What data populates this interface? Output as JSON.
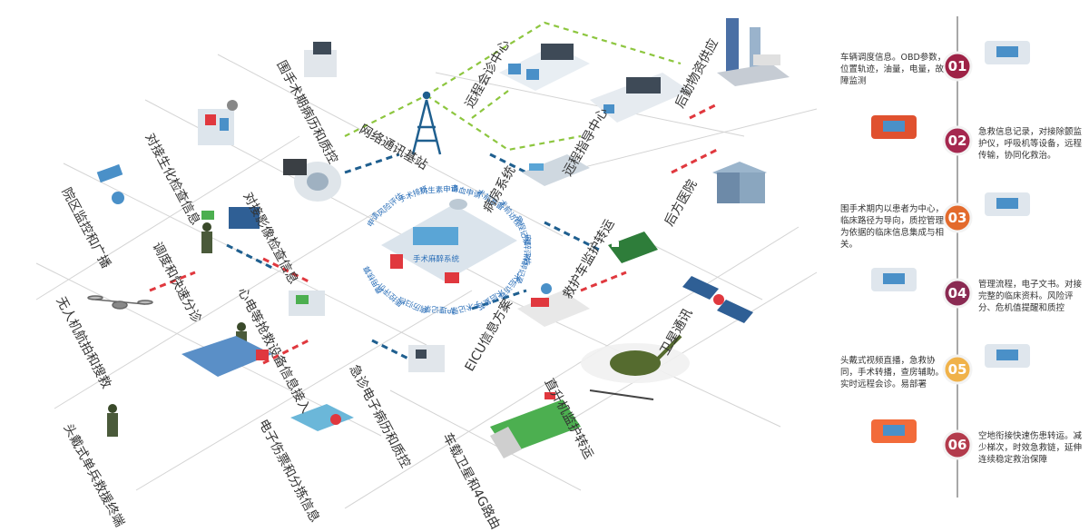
{
  "nodes": [
    {
      "key": "remote_consult",
      "label": "远程会诊中心"
    },
    {
      "key": "logistics",
      "label": "后勤物资供应"
    },
    {
      "key": "network_comm",
      "label": "网络通讯基站"
    },
    {
      "key": "remote_guide",
      "label": "远程指导中心"
    },
    {
      "key": "periop_record",
      "label": "围手术期病历和质控"
    },
    {
      "key": "lab_interface",
      "label": "对接生化检查信息"
    },
    {
      "key": "imaging_interface",
      "label": "对接影像检查信息"
    },
    {
      "key": "ward_system",
      "label": "病房系统"
    },
    {
      "key": "rear_hospital",
      "label": "后方医院"
    },
    {
      "key": "broadcast",
      "label": "院区监控和广播"
    },
    {
      "key": "triage",
      "label": "调度和快速分诊"
    },
    {
      "key": "ambulance",
      "label": "救护车监护转运"
    },
    {
      "key": "ecg_rescue",
      "label": "心电等抢救设备信息接入"
    },
    {
      "key": "satellite_comm",
      "label": "卫星通讯"
    },
    {
      "key": "uav",
      "label": "无人机航拍和搜救"
    },
    {
      "key": "eicu",
      "label": "EICU信息方案"
    },
    {
      "key": "er_record",
      "label": "急诊电子病历和质控"
    },
    {
      "key": "heli",
      "label": "直升机监护转运"
    },
    {
      "key": "headcam",
      "label": "头戴式单兵救援终端"
    },
    {
      "key": "wound_record",
      "label": "电子伤票和分拣信息"
    },
    {
      "key": "vehicle_sat",
      "label": "车载卫星和4G路由"
    }
  ],
  "center": {
    "monitor_label": "手术麻醉系统",
    "ring_labels": [
      "申请",
      "风险评估",
      "手术排班",
      "抗生素申请",
      "备血申请",
      "术前准备",
      "术前访视",
      "病程记录",
      "麻醉评估",
      "麻醉记录",
      "术后访视",
      "术后复苏",
      "手术记录",
      "护理记录",
      "病历归档",
      "质控评价",
      "费用核算"
    ]
  },
  "timeline": [
    {
      "num": "01",
      "text": "车辆调度信息。OBD参数，位置轨迹，油量，电量，故障监测",
      "icon": "ambulance-icon",
      "color": "#9e2246"
    },
    {
      "num": "02",
      "text": "急救信息记录，对接除颤监护仪，呼吸机等设备，远程传输，协同化救治。",
      "icon": "monitor-device-icon",
      "color": "#a5284f"
    },
    {
      "num": "03",
      "text": "围手术期内以患者为中心，临床路径为导向，质控管理为依据的临床信息集成与相关。",
      "icon": "operating-room-icon",
      "color": "#e36a2c"
    },
    {
      "num": "04",
      "text": "管理流程，电子文书。对接完整的临床资料。风险评分、危机值提醒和质控",
      "icon": "ward-beds-icon",
      "color": "#8a2a52"
    },
    {
      "num": "05",
      "text": "头戴式视频直播，急救协同，手术转播，查房辅助。实时远程会诊。易部署",
      "icon": "smart-glasses-icon",
      "color": "#f0b24a"
    },
    {
      "num": "06",
      "text": "空地衔接快速伤患转运。减少梯次，时效急救链，延伸连续稳定救治保障",
      "icon": "helicopter-icon",
      "color": "#b33b4c"
    }
  ],
  "colors": {
    "red": "#e0383e",
    "blue": "#1f5f8f",
    "green": "#8dc63f",
    "grid": "#d4d4d4",
    "timeline_line": "#8c8c8c"
  }
}
